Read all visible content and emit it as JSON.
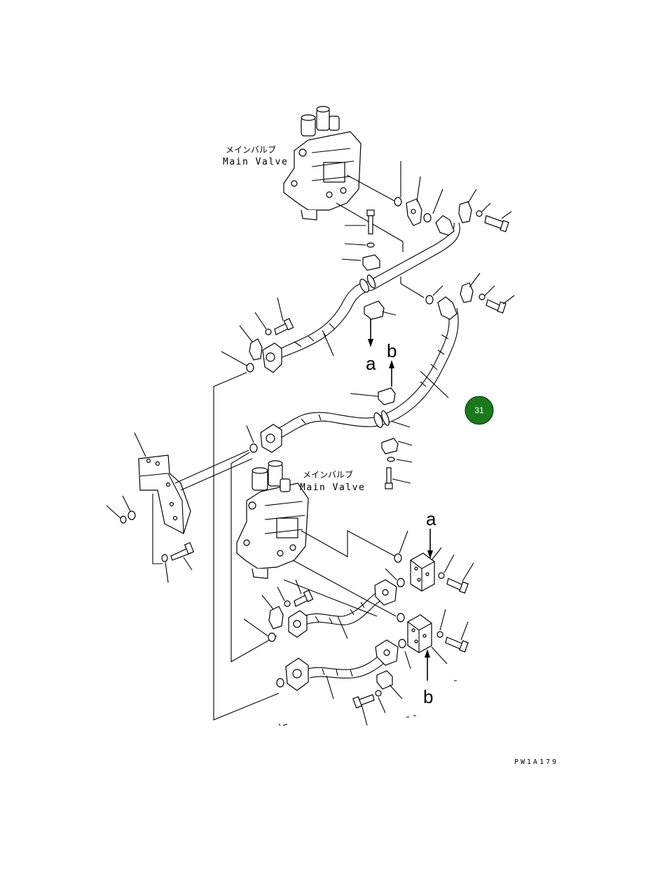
{
  "labels": {
    "valve_top_jp": "メインバルブ",
    "valve_top_en": "Main Valve",
    "valve_bottom_jp": "メインバルブ",
    "valve_bottom_en": "Main Valve",
    "ref_a_upper": "a",
    "ref_b_upper": "b",
    "ref_a_lower": "a",
    "ref_b_lower": "b",
    "drawing_code": "PW1A179"
  },
  "callout": {
    "number": "31",
    "color": "#1a7a1a"
  }
}
